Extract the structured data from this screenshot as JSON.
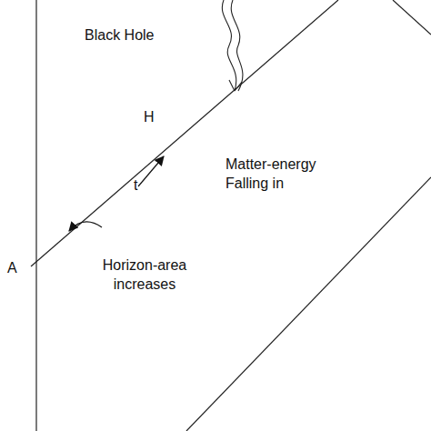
{
  "diagram": {
    "labels": [
      "Black Hole",
      "H",
      "t",
      "Matter-energy Falling in",
      "A",
      "Horizon-area increases"
    ]
  }
}
